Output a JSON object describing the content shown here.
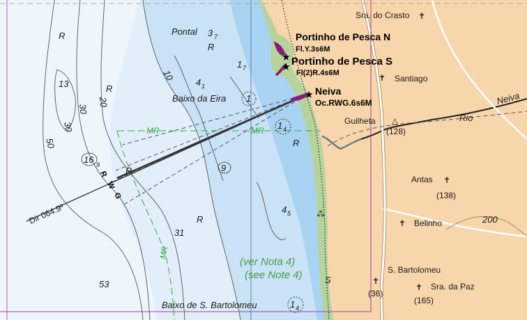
{
  "colors": {
    "deep_water": "#f7fbfe",
    "mid_water": "#e2eff9",
    "shallow_water": "#c9e2f6",
    "nearshore": "#9fcdf0",
    "land": "#f8d6ac",
    "foreshore": "#b7d39c",
    "light_sector": "#8b1a7f",
    "magenta_frame": "#a33aa0",
    "leading_line": "#333333",
    "contour": "#555555",
    "label_green": "#3aa64a"
  },
  "places": {
    "crasto": "Sra. do Crasto",
    "santiago": "Santiago",
    "guilheta": "Guilheta",
    "guilheta_height": "(128)",
    "antas": "Antas",
    "antas_height": "(138)",
    "belinho": "Belinho",
    "bartolomeu": "S. Bartolomeu",
    "bartolomeu_height": "(36)",
    "paz": "Sra. da Paz",
    "paz_height": "(165)",
    "rio_word": "Rio",
    "neiva_river": "Neiva",
    "contour_200": "200"
  },
  "lights": {
    "port_n_name": "Portinho de Pesca N",
    "port_n_char": "Fl.Y.3s6M",
    "port_s_name": "Portinho de Pesca S",
    "port_s_char": "Fl(2)R.4s6M",
    "neiva_name": "Neiva",
    "neiva_char": "Oc.RWG.6s6M"
  },
  "sea": {
    "pontal": "Pontal",
    "baixo_eira": "Baixo da Eira",
    "baixo_bartolomeu": "Baixo de S. Bartolomeu",
    "mr": "MR",
    "r": "R",
    "s": "S",
    "note_pt": "(ver Nota 4)",
    "note_en": "(see Note 4)",
    "direction": "Dir 064.9º",
    "sector_r": "R",
    "sector_w": "W",
    "sector_g": "G"
  },
  "depths": {
    "d13": "13",
    "d16": "16",
    "d16_sub": "9",
    "d3": "3",
    "d3_sub": "7",
    "d1": "1",
    "d1_sub": "7",
    "d4": "4",
    "d4_sub": "1",
    "d9": "9",
    "d31": "31",
    "d53": "53",
    "d4b": "4",
    "d4b_sub": "5",
    "eira_circle": "1",
    "mr_circle": "1",
    "mr_circle_sub": "4",
    "bart_circle": "1",
    "bart_circle_sub": "4"
  },
  "contours": {
    "c50": "50",
    "c30a": "30",
    "c30b": "30",
    "c20": "20",
    "c10": "10"
  }
}
